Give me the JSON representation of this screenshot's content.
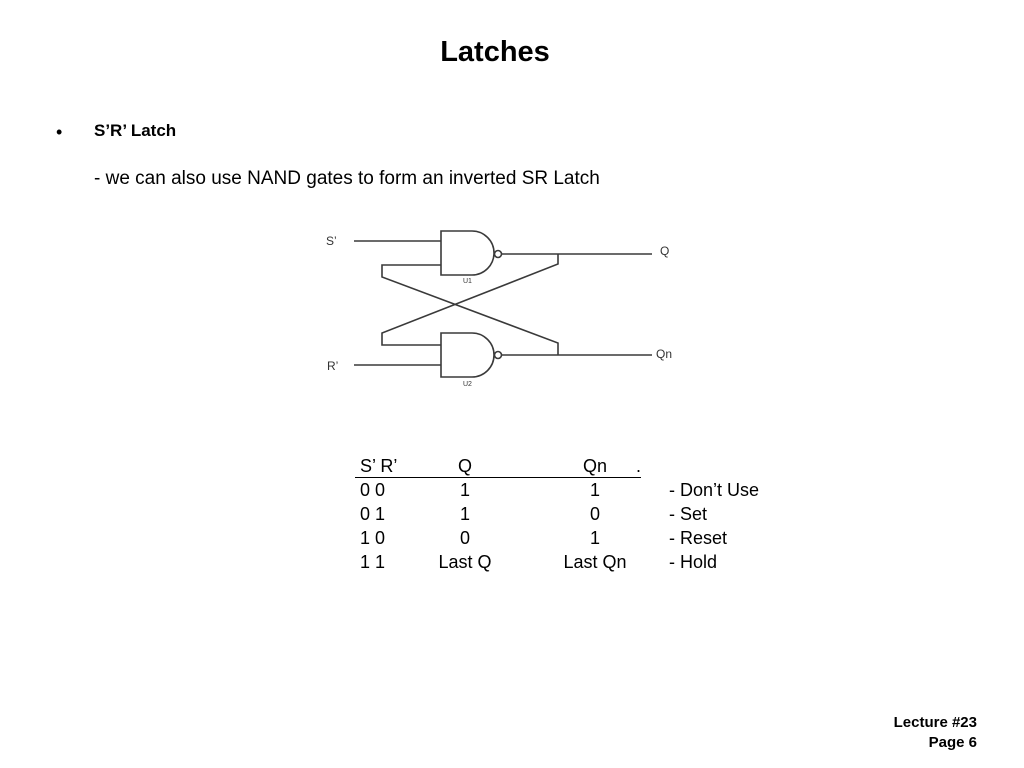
{
  "slide": {
    "title": "Latches",
    "bullet_marker": "•",
    "bullet_heading": "S’R’ Latch",
    "description": "- we can also use NAND gates to form an inverted SR Latch"
  },
  "circuit": {
    "input_top": "S’",
    "input_bottom": "R’",
    "output_top": "Q",
    "output_bottom": "Qn",
    "gate_top_label": "U1",
    "gate_bottom_label": "U2"
  },
  "truth_table": {
    "headers": {
      "sr": "S’ R’",
      "q": "Q",
      "qn": "Qn",
      "end": "."
    },
    "rows": [
      {
        "sr": "0  0",
        "q": "1",
        "qn": "1",
        "note": "- Don’t Use"
      },
      {
        "sr": "0  1",
        "q": "1",
        "qn": "0",
        "note": "- Set"
      },
      {
        "sr": "1  0",
        "q": "0",
        "qn": "1",
        "note": "- Reset"
      },
      {
        "sr": "1  1",
        "q": "Last Q",
        "qn": "Last Qn",
        "note": "- Hold"
      }
    ]
  },
  "footer": {
    "lecture": "Lecture #23",
    "page": "Page 6"
  }
}
